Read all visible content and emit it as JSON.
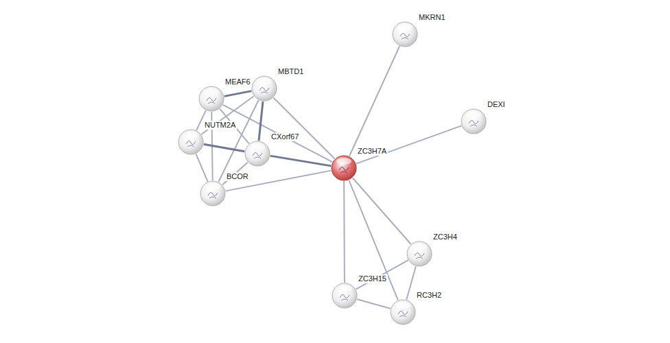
{
  "diagram": {
    "nodes": [
      {
        "text": [
          "MKRN1"
        ]
      },
      {
        "text": [
          "MEAF6"
        ]
      },
      {
        "text": [
          "MBTD1"
        ]
      },
      {
        "text": [
          "DEXI"
        ]
      },
      {
        "text": [
          "NUTM2A"
        ]
      },
      {
        "text": [
          "CXorf67"
        ]
      },
      {
        "text": [
          "ZC3H7A"
        ]
      },
      {
        "text": [
          "BCOR"
        ]
      },
      {
        "text": [
          "ZC3H4"
        ]
      },
      {
        "text": [
          "ZC3H15"
        ]
      },
      {
        "text": [
          "RC3H2"
        ]
      }
    ],
    "edges": [
      {
        "from": 6,
        "to": 0,
        "arrow": "none"
      },
      {
        "from": 6,
        "to": 3,
        "arrow": "none"
      },
      {
        "from": 6,
        "to": 2,
        "arrow": "none"
      },
      {
        "from": 6,
        "to": 1,
        "arrow": "none"
      },
      {
        "from": 6,
        "to": 5,
        "arrow": "none"
      },
      {
        "from": 6,
        "to": 7,
        "arrow": "none"
      },
      {
        "from": 6,
        "to": 8,
        "arrow": "none"
      },
      {
        "from": 6,
        "to": 9,
        "arrow": "none"
      },
      {
        "from": 6,
        "to": 10,
        "arrow": "none"
      },
      {
        "from": 8,
        "to": 9,
        "arrow": "none"
      },
      {
        "from": 8,
        "to": 10,
        "arrow": "none"
      },
      {
        "from": 9,
        "to": 10,
        "arrow": "none"
      },
      {
        "from": 1,
        "to": 2,
        "arrow": "none"
      },
      {
        "from": 1,
        "to": 4,
        "arrow": "none"
      },
      {
        "from": 1,
        "to": 5,
        "arrow": "none"
      },
      {
        "from": 1,
        "to": 7,
        "arrow": "none"
      },
      {
        "from": 2,
        "to": 4,
        "arrow": "none"
      },
      {
        "from": 2,
        "to": 5,
        "arrow": "none"
      },
      {
        "from": 2,
        "to": 7,
        "arrow": "none"
      },
      {
        "from": 4,
        "to": 5,
        "arrow": "none"
      },
      {
        "from": 4,
        "to": 7,
        "arrow": "none"
      },
      {
        "from": 5,
        "to": 7,
        "arrow": "none"
      }
    ]
  }
}
